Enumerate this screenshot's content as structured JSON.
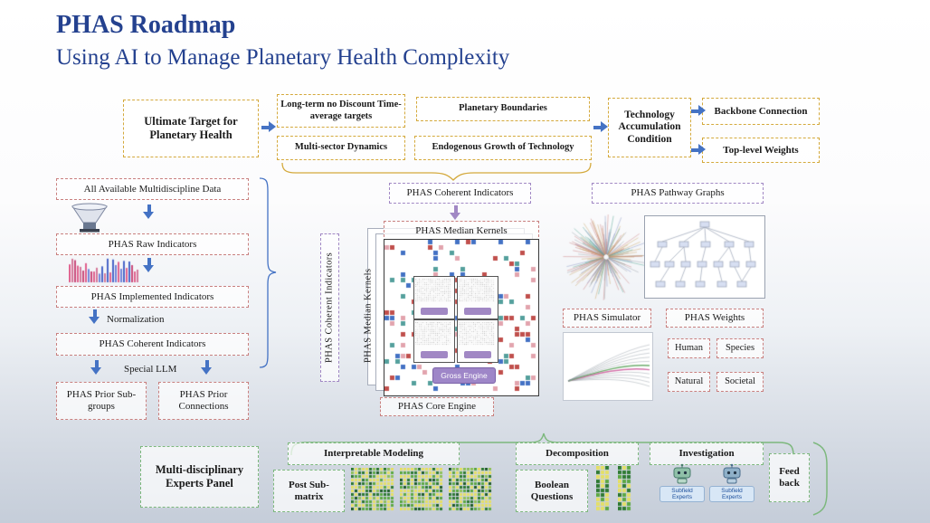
{
  "header": {
    "title": "PHAS Roadmap",
    "subtitle": "Using AI to Manage Planetary Health Complexity"
  },
  "top": {
    "ultimate_target": "Ultimate Target for Planetary Health",
    "long_term": "Long-term no Discount Time-average targets",
    "planetary_boundaries": "Planetary Boundaries",
    "multi_sector": "Multi-sector Dynamics",
    "endogenous": "Endogenous Growth of Technology",
    "tech_accumulation": "Technology Accumulation Condition",
    "backbone": "Backbone Connection",
    "top_level_weights": "Top-level Weights"
  },
  "pipeline": {
    "all_data": "All Available Multidiscipline Data",
    "raw_indicators": "PHAS  Raw Indicators",
    "implemented_indicators": "PHAS  Implemented Indicators",
    "normalization": "Normalization",
    "coherent_indicators": "PHAS  Coherent Indicators",
    "special_llm": "Special LLM",
    "prior_subgroups": "PHAS Prior Sub-groups",
    "prior_connections": "PHAS Prior Connections"
  },
  "core": {
    "coherent_indicators": "PHAS Coherent Indicators",
    "median_kernels": "PHAS Median Kernels",
    "coherent_vertical": "PHAS Coherent Indicators",
    "median_vertical": "PHAS Median Kernels",
    "gross_engine": "Gross Engine",
    "core_engine": "PHAS Core Engine"
  },
  "right": {
    "pathway_graphs": "PHAS Pathway Graphs",
    "simulator": "PHAS  Simulator",
    "weights": "PHAS  Weights",
    "weight_human": "Human",
    "weight_species": "Species",
    "weight_natural": "Natural",
    "weight_societal": "Societal"
  },
  "bottom": {
    "experts_panel": "Multi-disciplinary Experts Panel",
    "interpretable_modeling": "Interpretable Modeling",
    "post_submatrix": "Post Sub-matrix",
    "decomposition": "Decomposition",
    "boolean_questions": "Boolean Questions",
    "investigation": "Investigation",
    "subfield_experts": "Subfield Experts",
    "feedback": "Feed back"
  },
  "colors": {
    "title": "#24418f",
    "yellow": "#d4a93c",
    "pink": "#c9807f",
    "purple": "#a188c4",
    "green": "#7db87d",
    "arrow": "#4472c4"
  }
}
